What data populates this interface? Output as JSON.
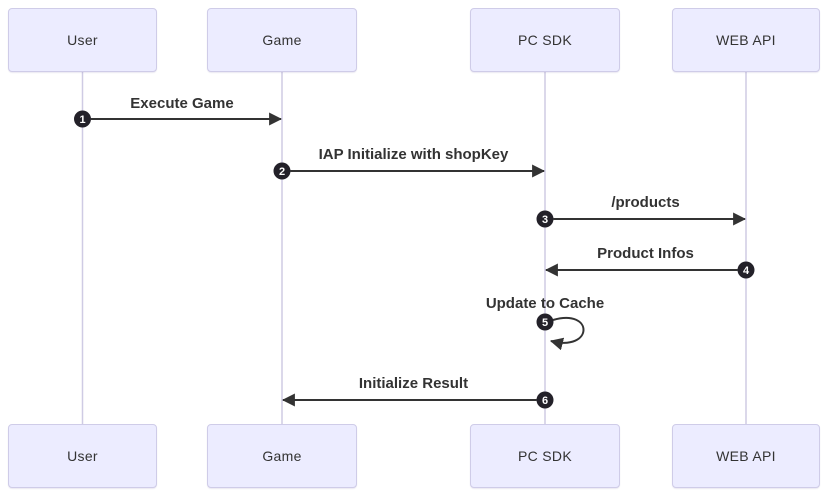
{
  "diagram": {
    "type": "sequence-diagram",
    "actors": [
      {
        "name": "User"
      },
      {
        "name": "Game"
      },
      {
        "name": "PC SDK"
      },
      {
        "name": "WEB API"
      }
    ],
    "messages": [
      {
        "seq": "1",
        "label": "Execute Game",
        "from": "User",
        "to": "Game",
        "direction": "right"
      },
      {
        "seq": "2",
        "label": "IAP Initialize with shopKey",
        "from": "Game",
        "to": "PC SDK",
        "direction": "right"
      },
      {
        "seq": "3",
        "label": "/products",
        "from": "PC SDK",
        "to": "WEB API",
        "direction": "right"
      },
      {
        "seq": "4",
        "label": "Product Infos",
        "from": "WEB API",
        "to": "PC SDK",
        "direction": "left"
      },
      {
        "seq": "5",
        "label": "Update to Cache",
        "from": "PC SDK",
        "to": "PC SDK",
        "direction": "self"
      },
      {
        "seq": "6",
        "label": "Initialize Result",
        "from": "PC SDK",
        "to": "Game",
        "direction": "left"
      }
    ],
    "colors": {
      "background": "#ffffff",
      "actor_fill": "#ECECFF",
      "actor_border": "#CFCCE8",
      "lifeline": "#CFCBE4",
      "arrow": "#333333",
      "label_text": "#333333",
      "number_badge_fill": "#232129",
      "number_badge_text": "#ffffff"
    }
  }
}
